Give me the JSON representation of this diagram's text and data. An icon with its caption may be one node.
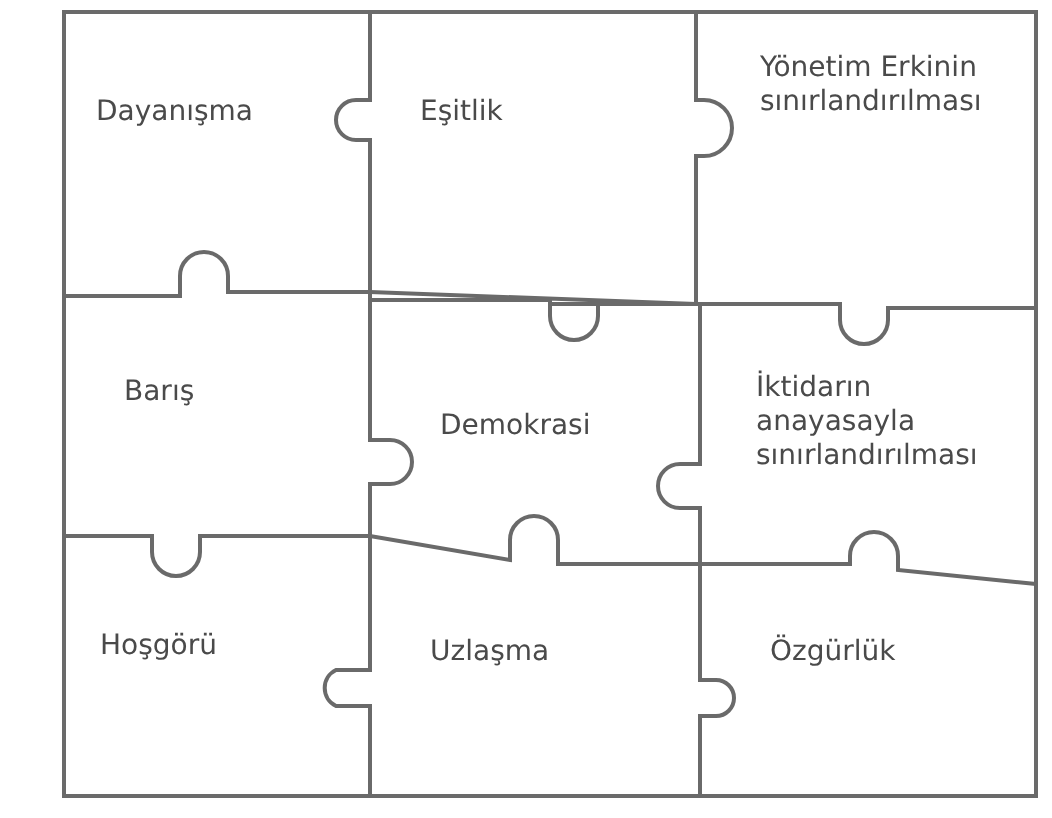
{
  "diagram": {
    "nodes": [
      {
        "text": [
          "Dayanışma"
        ]
      },
      {
        "text": [
          "Eşitlik"
        ]
      },
      {
        "text": [
          "Yönetim Erkinin sınırlandırılması"
        ]
      },
      {
        "text": [
          "Barış"
        ]
      },
      {
        "text": [
          "Demokrasi"
        ]
      },
      {
        "text": [
          "İktidarın anayasayla sınırlandırılması"
        ]
      },
      {
        "text": [
          "Hoşgörü"
        ]
      },
      {
        "text": [
          "Uzlaşma"
        ]
      },
      {
        "text": [
          "Özgürlük"
        ]
      }
    ]
  }
}
